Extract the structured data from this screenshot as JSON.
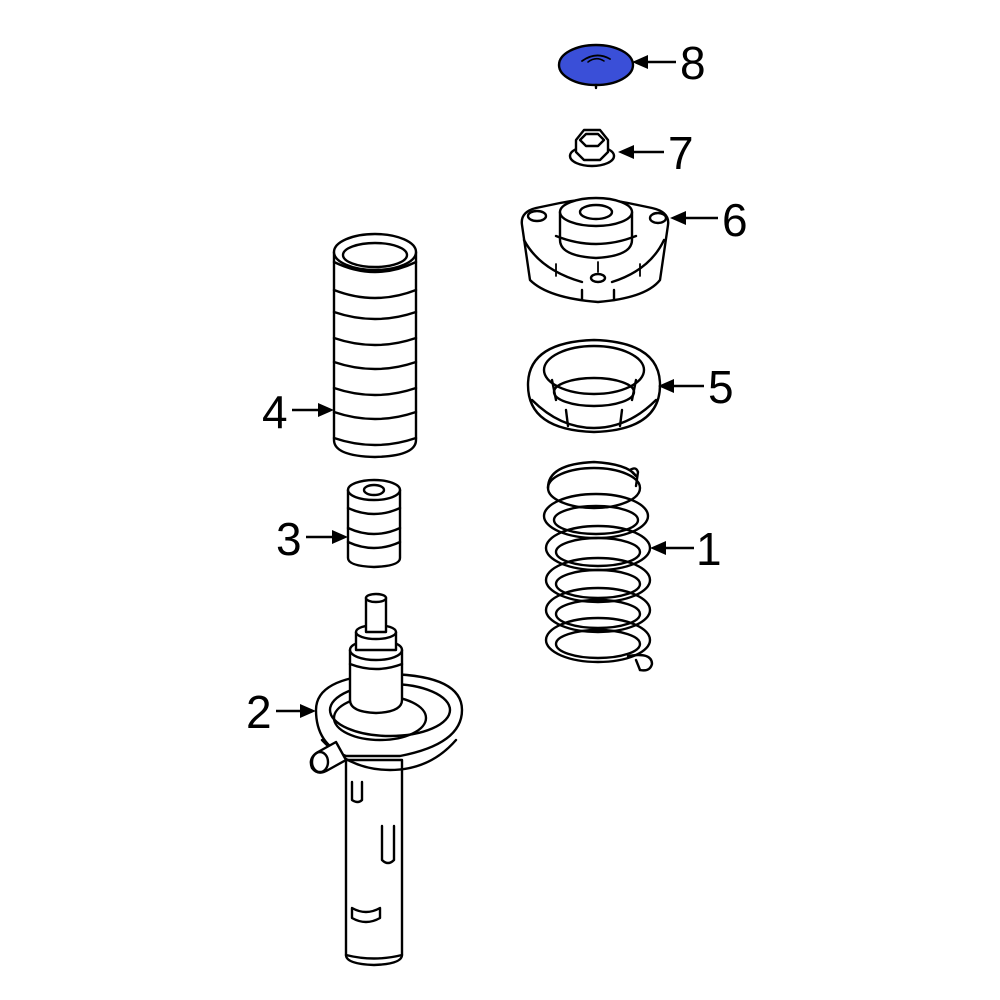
{
  "highlight_color": "#3a4fd8",
  "parts": [
    {
      "id": "coil-spring",
      "callout": "1"
    },
    {
      "id": "strut-assembly",
      "callout": "2"
    },
    {
      "id": "bump-stop",
      "callout": "3"
    },
    {
      "id": "dust-boot",
      "callout": "4"
    },
    {
      "id": "spring-seat",
      "callout": "5"
    },
    {
      "id": "strut-mount",
      "callout": "6"
    },
    {
      "id": "mount-nut",
      "callout": "7"
    },
    {
      "id": "dust-cap",
      "callout": "8",
      "highlighted": true
    }
  ]
}
